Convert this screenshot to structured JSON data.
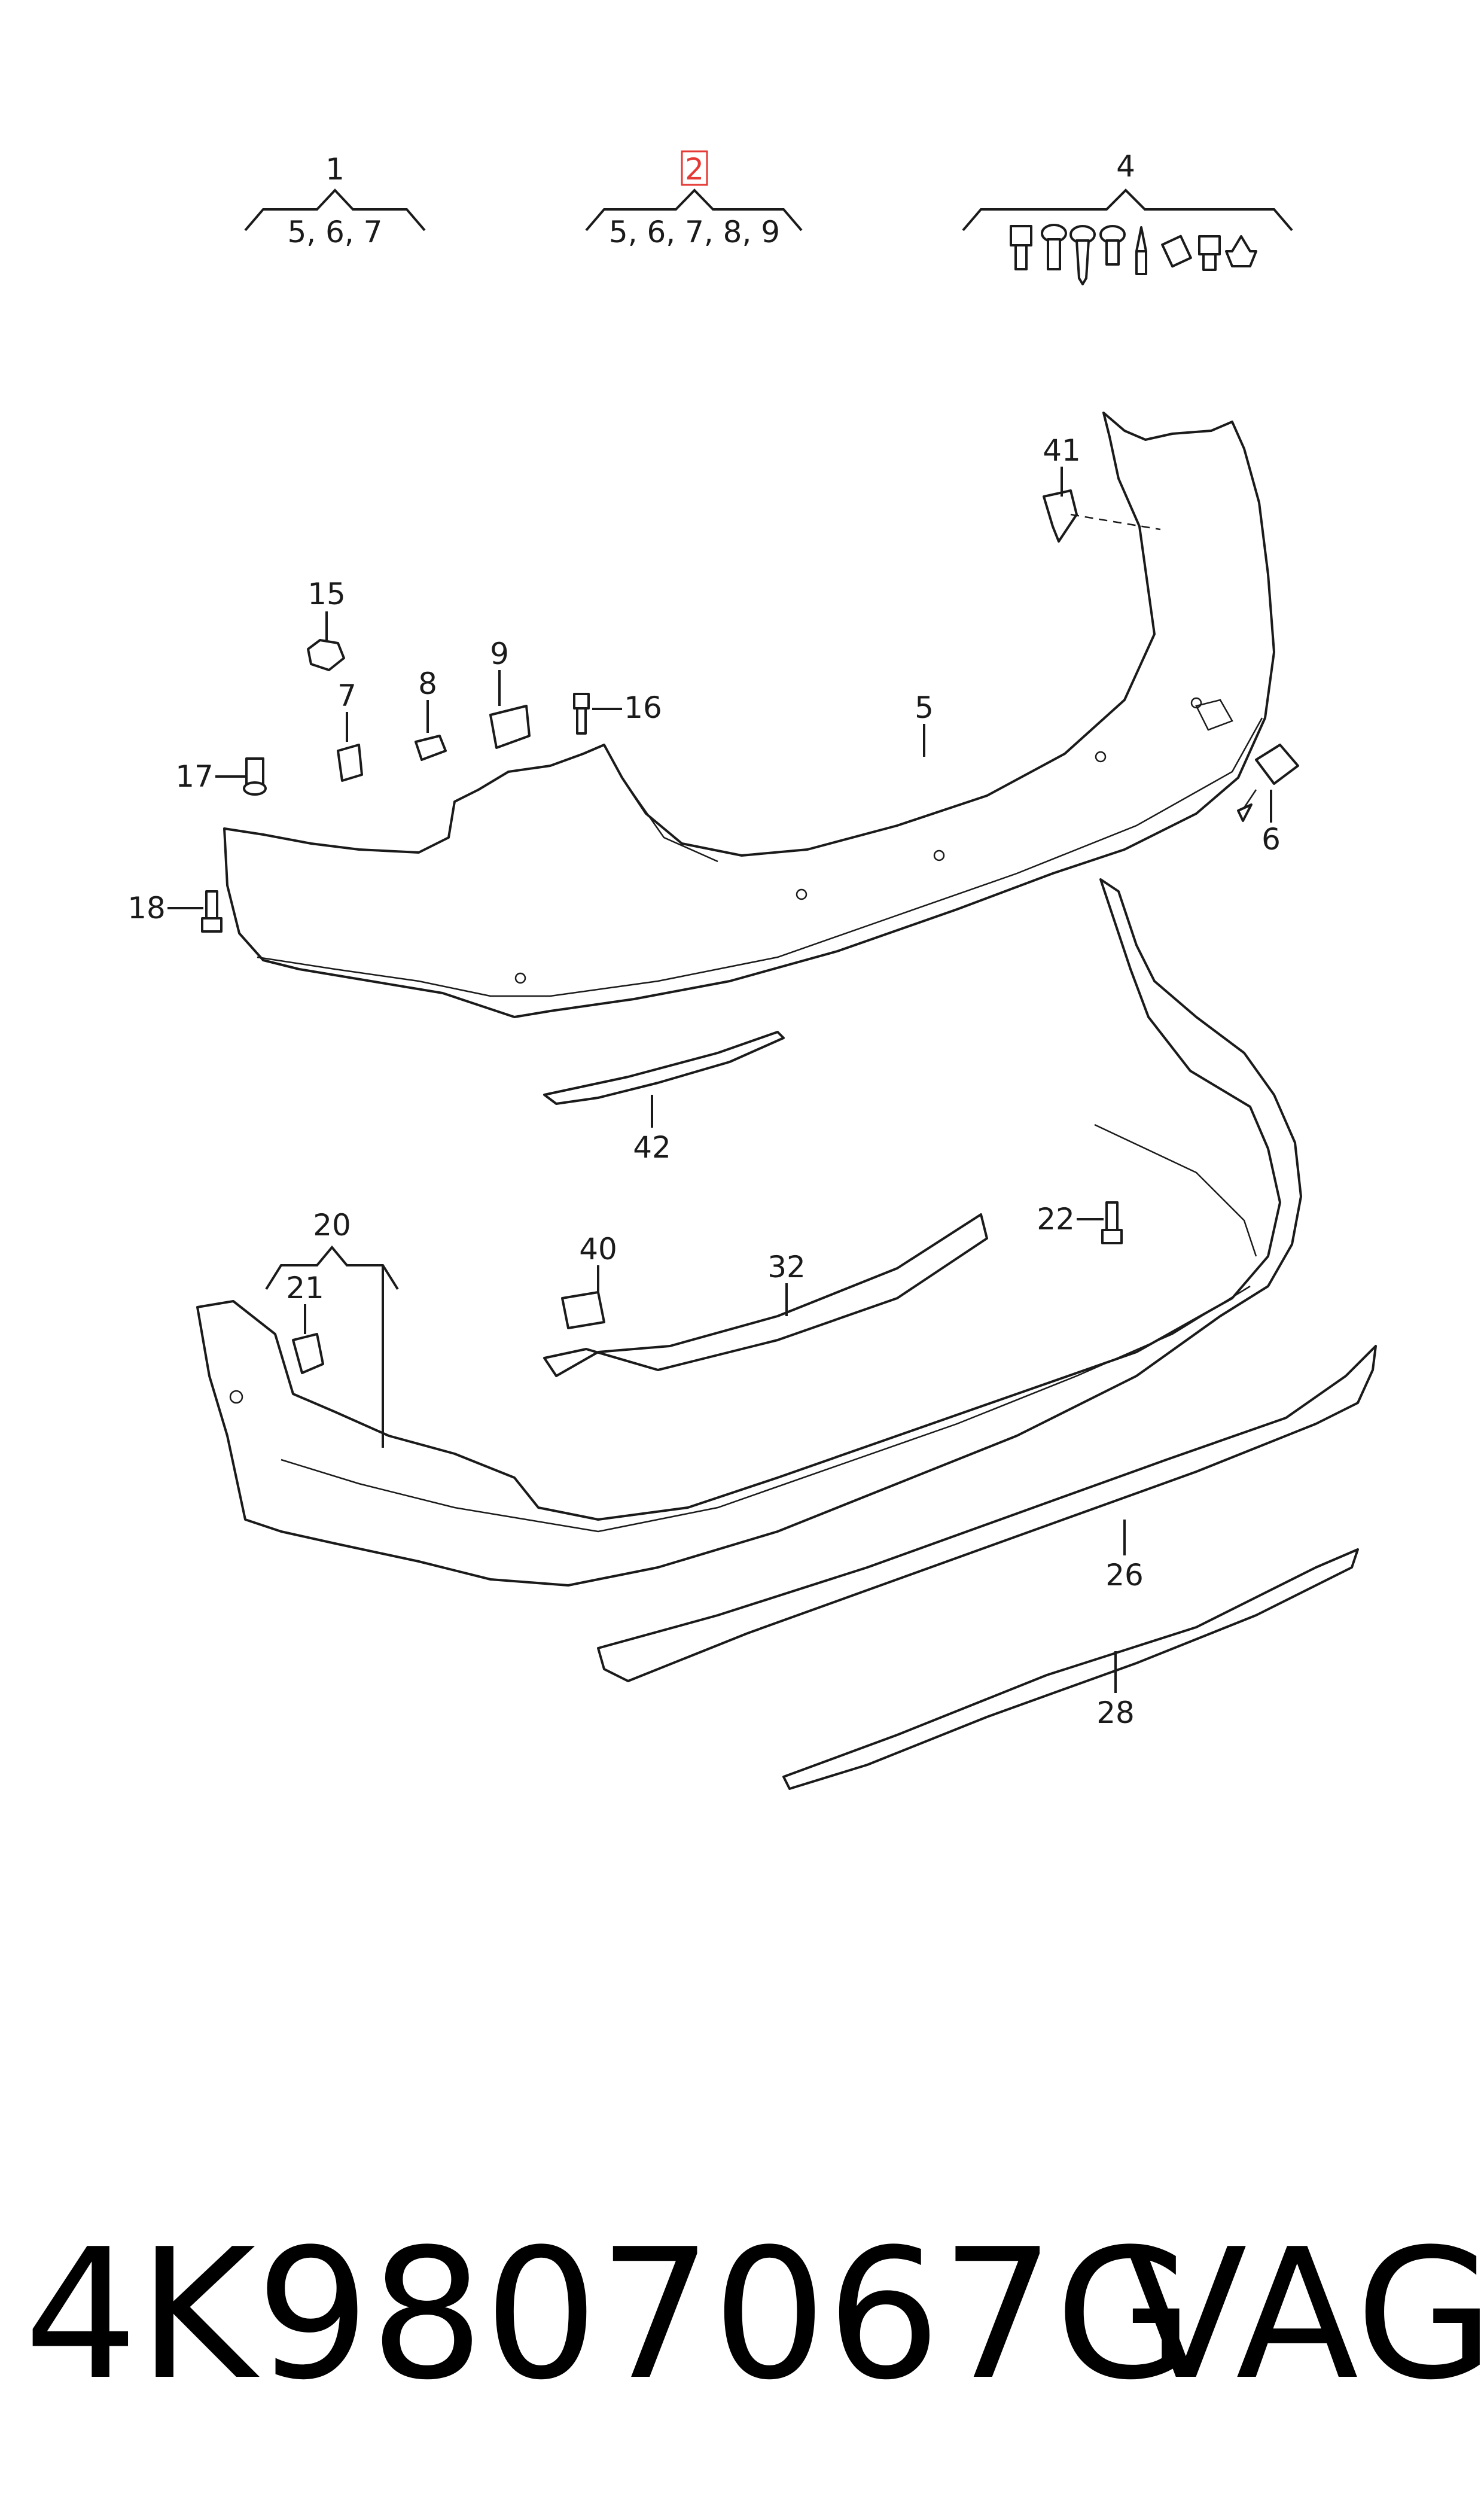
{
  "groups": [
    {
      "label": "1",
      "sub": "5, 6, 7",
      "highlight": false
    },
    {
      "label": "2",
      "sub": "5, 6, 7, 8, 9",
      "highlight": true,
      "highlight_color": "#e53935"
    },
    {
      "label": "4",
      "sub": ""
    }
  ],
  "callouts": {
    "c5": "5",
    "c6": "6",
    "c7": "7",
    "c8": "8",
    "c9": "9",
    "c15": "15",
    "c16": "16",
    "c17": "17",
    "c18": "18",
    "c20": "20",
    "c21": "21",
    "c22": "22",
    "c26": "26",
    "c28": "28",
    "c32": "32",
    "c40": "40",
    "c41": "41",
    "c42": "42"
  },
  "footer": {
    "part_number": "4K9807067G",
    "brand": "VAG"
  }
}
